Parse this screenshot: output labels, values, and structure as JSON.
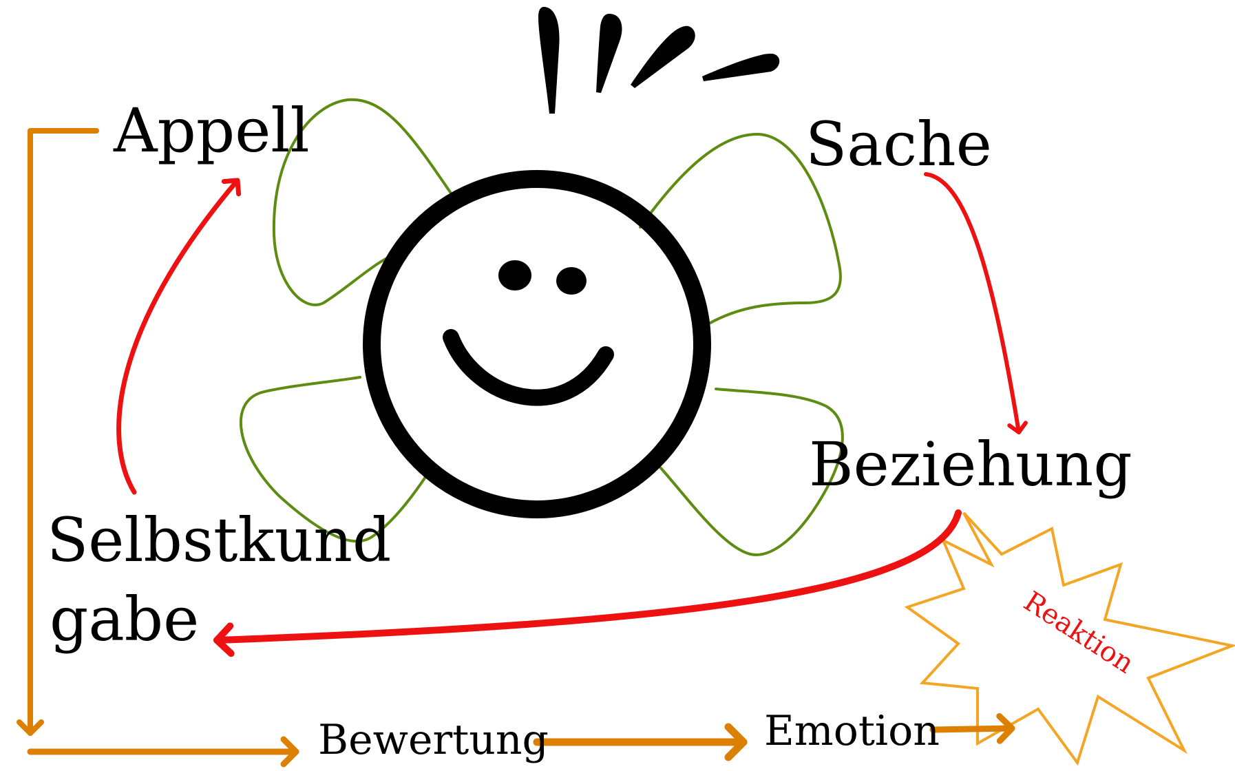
{
  "labels": {
    "appell": "Appell",
    "sache": "Sache",
    "beziehung": "Beziehung",
    "selbstkund_line1": "Selbstkund",
    "selbstkund_line2": "gabe",
    "bewertung": "Bewertung",
    "emotion": "Emotion",
    "reaktion": "Reaktion"
  },
  "colors": {
    "red_arrow": "#ee1111",
    "orange_arrow": "#dd7f00",
    "petal": "#5e8c10",
    "burst": "#f5a524",
    "reaktion_text": "#ee1111",
    "ink": "#000000"
  },
  "icons": {
    "face": "smiley-face-icon",
    "burst": "starburst-icon"
  }
}
